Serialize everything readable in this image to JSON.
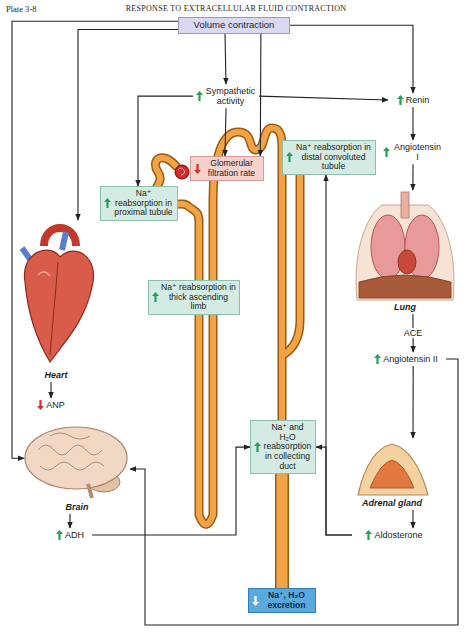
{
  "diagram": {
    "title": "RESPONSE TO EXTRACELLULAR FLUID CONTRACTION",
    "nodes": [
      {
        "text": [
          "Volume contraction"
        ]
      },
      {
        "text": [
          "Sympathetic activity"
        ]
      },
      {
        "text": [
          "Renin"
        ]
      },
      {
        "text": [
          "Na⁺ reabsorption in distal convoluted tubule"
        ]
      },
      {
        "text": [
          "Glomerular filtration rate"
        ]
      },
      {
        "text": [
          "Na⁺ reabsorption in proximal tubule"
        ]
      },
      {
        "text": [
          "Angiotensin I"
        ]
      },
      {
        "text": [
          "Heart"
        ]
      },
      {
        "text": [
          "Lung"
        ]
      },
      {
        "text": [
          "ANP"
        ]
      },
      {
        "text": [
          "Na⁺ reabsorption in thick ascending limb"
        ]
      },
      {
        "text": [
          "Angiotensin II"
        ]
      },
      {
        "text": [
          "Na⁺ and H₂O reabsorption in collecting duct"
        ]
      },
      {
        "text": [
          "Brain"
        ]
      },
      {
        "text": [
          "Adrenal gland"
        ]
      },
      {
        "text": [
          "ADH"
        ]
      },
      {
        "text": [
          "Aldosterone"
        ]
      },
      {
        "text": [
          "Na⁺, H₂O excretion"
        ]
      }
    ],
    "edges": [
      {
        "from": 0,
        "to": 1,
        "arrow": "to"
      },
      {
        "from": 0,
        "to": 2,
        "arrow": "to"
      },
      {
        "from": 0,
        "to": 4,
        "arrow": "to"
      },
      {
        "from": 0,
        "to": 7,
        "arrow": "to"
      },
      {
        "from": 0,
        "to": 13,
        "arrow": "to"
      },
      {
        "from": 1,
        "to": 5,
        "arrow": "to"
      },
      {
        "from": 1,
        "to": 4,
        "arrow": "to"
      },
      {
        "from": 1,
        "to": 2,
        "arrow": "to"
      },
      {
        "from": 7,
        "to": 9,
        "arrow": "to"
      },
      {
        "from": 2,
        "to": 6,
        "arrow": "to"
      },
      {
        "from": 6,
        "to": 8,
        "arrow": "to"
      },
      {
        "from": 8,
        "to": 11,
        "label": "ACE",
        "arrow": "to"
      },
      {
        "from": 11,
        "to": 14,
        "arrow": "to"
      },
      {
        "from": 14,
        "to": 16,
        "arrow": "to"
      },
      {
        "from": 11,
        "to": 13,
        "arrow": "to"
      },
      {
        "from": 13,
        "to": 15,
        "arrow": "to"
      },
      {
        "from": 15,
        "to": 12,
        "arrow": "to"
      },
      {
        "from": 16,
        "to": 12,
        "arrow": "to"
      },
      {
        "from": 16,
        "to": 3,
        "arrow": "to"
      }
    ],
    "labels": [
      "Plate 3-8"
    ]
  }
}
